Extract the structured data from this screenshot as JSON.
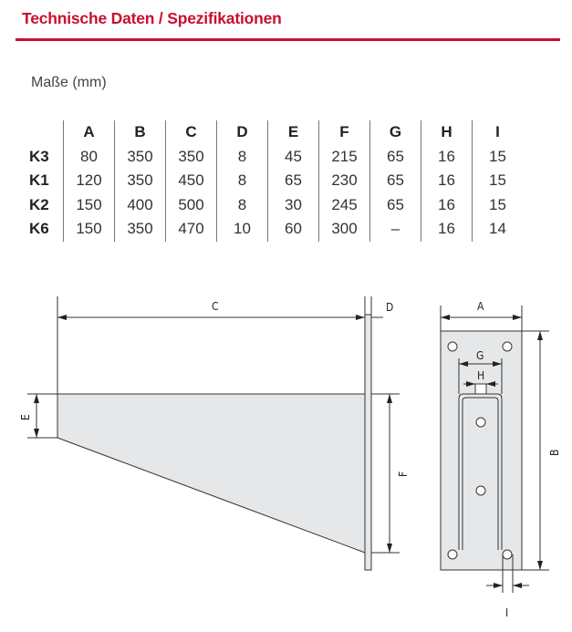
{
  "title": "Technische Daten / Spezifikationen",
  "subtitle": "Maße (mm)",
  "table": {
    "headers": [
      "",
      "A",
      "B",
      "C",
      "D",
      "E",
      "F",
      "G",
      "H",
      "I"
    ],
    "rows": [
      [
        "K3",
        "80",
        "350",
        "350",
        "8",
        "45",
        "215",
        "65",
        "16",
        "15"
      ],
      [
        "K1",
        "120",
        "350",
        "450",
        "8",
        "65",
        "230",
        "65",
        "16",
        "15"
      ],
      [
        "K2",
        "150",
        "400",
        "500",
        "8",
        "30",
        "245",
        "65",
        "16",
        "15"
      ],
      [
        "K6",
        "150",
        "350",
        "470",
        "10",
        "60",
        "300",
        "–",
        "16",
        "14"
      ]
    ]
  },
  "drawing": {
    "labels": {
      "A": "A",
      "B": "B",
      "C": "C",
      "D": "D",
      "E": "E",
      "F": "F",
      "G": "G",
      "H": "H",
      "I": "I"
    }
  },
  "colors": {
    "accent": "#c8102e",
    "plate": "#e6e7e9"
  }
}
